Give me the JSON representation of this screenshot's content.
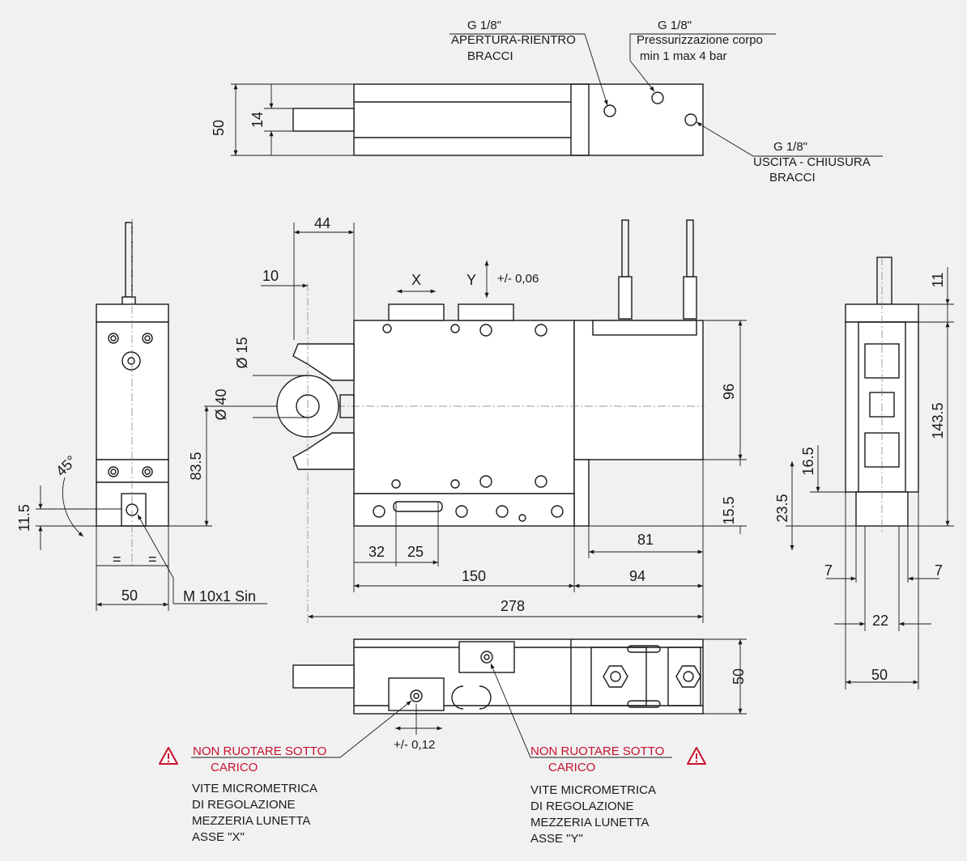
{
  "top_view": {
    "port_ab_thread": "G 1/8\"",
    "port_ab_line1": "APERTURA-RIENTRO",
    "port_ab_line2": "BRACCI",
    "port_body_thread": "G 1/8\"",
    "port_body_line1": "Pressurizzazione corpo",
    "port_body_line2": "min 1 max 4 bar",
    "port_c_thread": "G 1/8\"",
    "port_c_line1": "USCITA - CHIUSURA",
    "port_c_line2": "BRACCI",
    "dim_50": "50",
    "dim_14": "14"
  },
  "left_view": {
    "angle": "45°",
    "dim_11_5": "11.5",
    "dim_83_5": "83.5",
    "dim_d40": "Ø 40",
    "dim_d15": "Ø 15",
    "equal_left": "=",
    "equal_right": "=",
    "dim_50": "50",
    "thread": "M 10x1 Sin"
  },
  "front_view": {
    "dim_44": "44",
    "dim_10": "10",
    "axis_x": "X",
    "axis_y": "Y",
    "tolerance_y": "+/- 0,06",
    "dim_96": "96",
    "dim_15_5": "15.5",
    "dim_32": "32",
    "dim_25": "25",
    "dim_81": "81",
    "dim_150": "150",
    "dim_94": "94",
    "dim_278": "278"
  },
  "right_view": {
    "dim_11": "11",
    "dim_143_5": "143.5",
    "dim_16_5": "16.5",
    "dim_23_5": "23.5",
    "dim_7_left": "7",
    "dim_7_right": "7",
    "dim_22": "22",
    "dim_50": "50"
  },
  "bottom_view": {
    "dim_50": "50",
    "tolerance_x": "+/- 0,12"
  },
  "notes": {
    "x_warning_line1": "NON RUOTARE SOTTO",
    "x_warning_line2": "CARICO",
    "x_desc_line1": "VITE MICROMETRICA",
    "x_desc_line2": "DI REGOLAZIONE",
    "x_desc_line3": "MEZZERIA LUNETTA",
    "x_desc_line4": "ASSE \"X\"",
    "y_warning_line1": "NON RUOTARE SOTTO",
    "y_warning_line2": "CARICO",
    "y_desc_line1": "VITE MICROMETRICA",
    "y_desc_line2": "DI REGOLAZIONE",
    "y_desc_line3": "MEZZERIA LUNETTA",
    "y_desc_line4": "ASSE \"Y\"",
    "warning_icon": "warning-triangle-icon",
    "warning_color": "#c8102e"
  }
}
